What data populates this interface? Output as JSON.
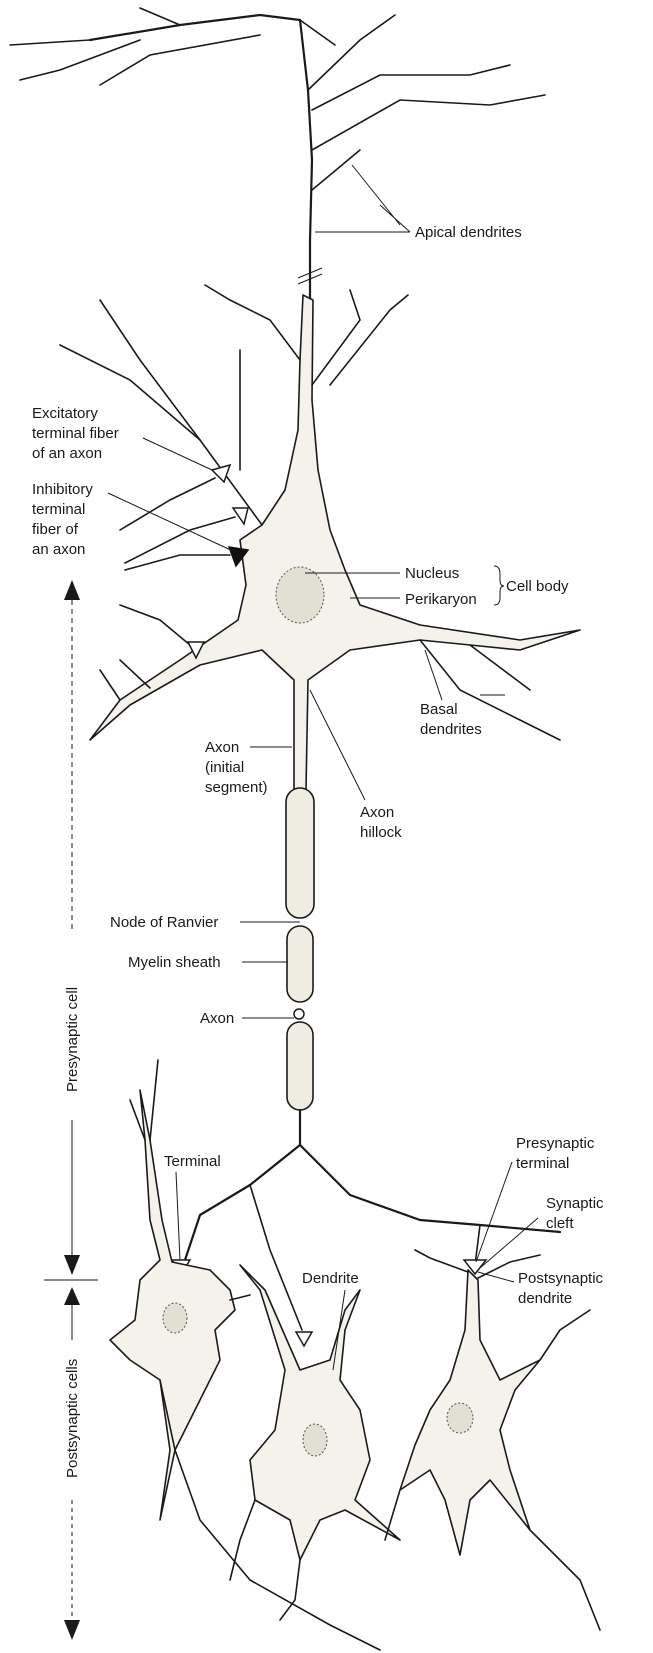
{
  "labels": {
    "apical_dendrites": "Apical dendrites",
    "excitatory_1": "Excitatory",
    "excitatory_2": "terminal fiber",
    "excitatory_3": "of an axon",
    "inhibitory_1": "Inhibitory",
    "inhibitory_2": "terminal",
    "inhibitory_3": "fiber of",
    "inhibitory_4": "an axon",
    "nucleus": "Nucleus",
    "perikaryon": "Perikaryon",
    "cell_body": "Cell body",
    "basal_1": "Basal",
    "basal_2": "dendrites",
    "axon_initial_1": "Axon",
    "axon_initial_2": "(initial",
    "axon_initial_3": "segment)",
    "axon_hillock_1": "Axon",
    "axon_hillock_2": "hillock",
    "node_of_ranvier": "Node of Ranvier",
    "myelin_sheath": "Myelin sheath",
    "axon": "Axon",
    "terminal": "Terminal",
    "presynaptic_terminal_1": "Presynaptic",
    "presynaptic_terminal_2": "terminal",
    "synaptic_cleft_1": "Synaptic",
    "synaptic_cleft_2": "cleft",
    "dendrite": "Dendrite",
    "postsynaptic_dendrite_1": "Postsynaptic",
    "postsynaptic_dendrite_2": "dendrite",
    "presynaptic_cell": "Presynaptic cell",
    "postsynaptic_cells": "Postsynaptic cells"
  },
  "colors": {
    "ink": "#1a1a1a",
    "cytoplasm": "#f4f2ea",
    "background": "#ffffff"
  }
}
